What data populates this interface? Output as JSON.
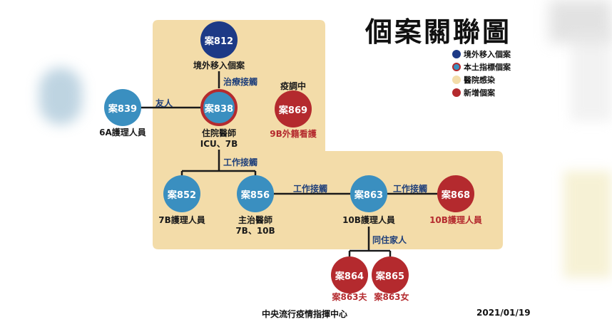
{
  "title": "個案關聯圖",
  "legend": [
    {
      "label": "境外移入個案",
      "color": "#1d3a86",
      "icon": "dark-blue-dot"
    },
    {
      "label": "本土指標個案",
      "color": "#3a8fc0",
      "border": "#b42a2e",
      "icon": "blue-dot-red-ring"
    },
    {
      "label": "醫院感染",
      "color": "#f3dca9",
      "icon": "beige-dot"
    },
    {
      "label": "新增個案",
      "color": "#b42a2e",
      "icon": "red-dot"
    }
  ],
  "nodes": {
    "c812": {
      "label": "案812",
      "desc": "境外移入個案"
    },
    "c838": {
      "label": "案838",
      "desc_line1": "住院醫師",
      "desc_line2": "ICU、7B"
    },
    "c839": {
      "label": "案839",
      "desc": "6A護理人員"
    },
    "c869": {
      "label": "案869",
      "desc": "9B外籍看護",
      "note": "疫調中"
    },
    "c852": {
      "label": "案852",
      "desc": "7B護理人員"
    },
    "c856": {
      "label": "案856",
      "desc_line1": "主治醫師",
      "desc_line2": "7B、10B"
    },
    "c863": {
      "label": "案863",
      "desc": "10B護理人員"
    },
    "c868": {
      "label": "案868",
      "desc": "10B護理人員"
    },
    "c864": {
      "label": "案864",
      "desc": "案863夫"
    },
    "c865": {
      "label": "案865",
      "desc": "案863女"
    }
  },
  "edges": {
    "e812_838": "治療接觸",
    "e839_838": "友人",
    "e838_down": "工作接觸",
    "e856_863": "工作接觸",
    "e863_868": "工作接觸",
    "e863_family": "同住家人"
  },
  "footer": {
    "source": "中央流行疫情指揮中心",
    "date": "2021/01/19"
  }
}
